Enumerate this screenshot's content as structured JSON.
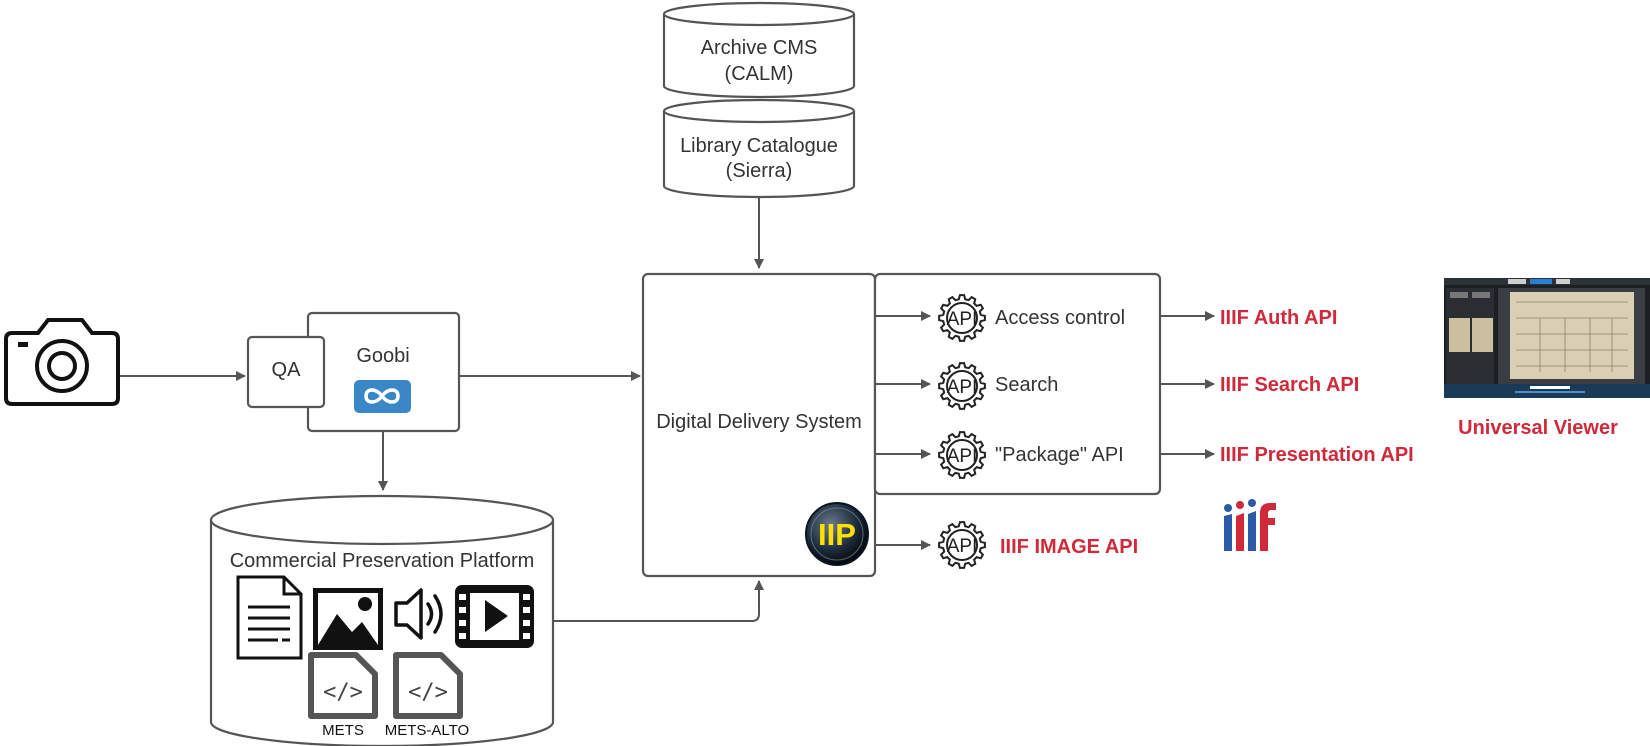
{
  "colors": {
    "line": "#555555",
    "accent_red": "#d0293a",
    "goobi_blue": "#3a87c8",
    "iip_yellow": "#ffe000",
    "iiif_blue": "#2b5aa8"
  },
  "nodes": {
    "archive": {
      "line1": "Archive CMS",
      "line2": "(CALM)"
    },
    "library": {
      "line1": "Library Catalogue",
      "line2": "(Sierra)"
    },
    "qa": "QA",
    "goobi": "Goobi",
    "dds": "Digital Delivery System",
    "preservation": {
      "title": "Commercial Preservation Platform",
      "mets": "METS",
      "mets_alto": "METS-ALTO"
    },
    "iip_badge": "IIP",
    "iiif_logo": "iiif"
  },
  "apis": [
    {
      "name": "Access control",
      "iiif": "IIIF Auth API"
    },
    {
      "name": "Search",
      "iiif": "IIIF Search API"
    },
    {
      "name": "\"Package\" API",
      "iiif": "IIIF Presentation API"
    }
  ],
  "image_api": "IIIF IMAGE API",
  "api_icon_text": "API",
  "viewer_label": "Universal Viewer",
  "icons": [
    "camera-icon",
    "infinity-icon",
    "document-icon",
    "image-icon",
    "audio-icon",
    "video-icon",
    "code-file-icon",
    "api-gear-icon",
    "iip-logo-icon",
    "iiif-logo-icon"
  ]
}
